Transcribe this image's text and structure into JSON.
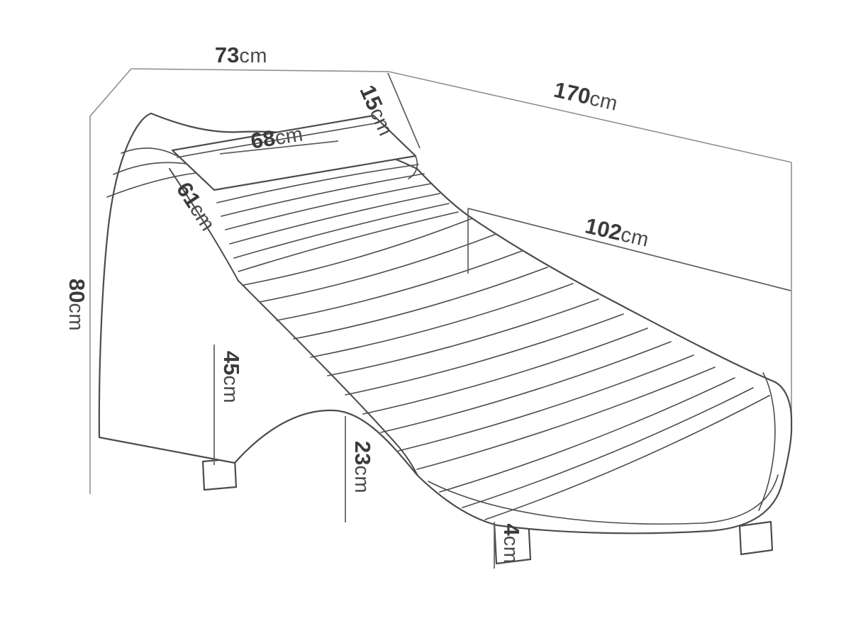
{
  "figure": {
    "subject": "chaise-longue-dimension-drawing"
  },
  "labels": {
    "width": {
      "value": "73",
      "unit": "cm"
    },
    "length": {
      "value": "170",
      "unit": "cm"
    },
    "pillow_depth": {
      "value": "15",
      "unit": "cm"
    },
    "pillow_width": {
      "value": "68",
      "unit": "cm"
    },
    "backrest_length": {
      "value": "61",
      "unit": "cm"
    },
    "seat_length": {
      "value": "102",
      "unit": "cm"
    },
    "overall_height": {
      "value": "80",
      "unit": "cm"
    },
    "seat_height": {
      "value": "45",
      "unit": "cm"
    },
    "clearance_height": {
      "value": "23",
      "unit": "cm"
    },
    "leg_height": {
      "value": "4",
      "unit": "cm"
    }
  },
  "colors": {
    "background": "#ffffff",
    "frame_line": "#8f8f8f",
    "object_line": "#4c4c4c",
    "text": "#3b3b3b"
  }
}
